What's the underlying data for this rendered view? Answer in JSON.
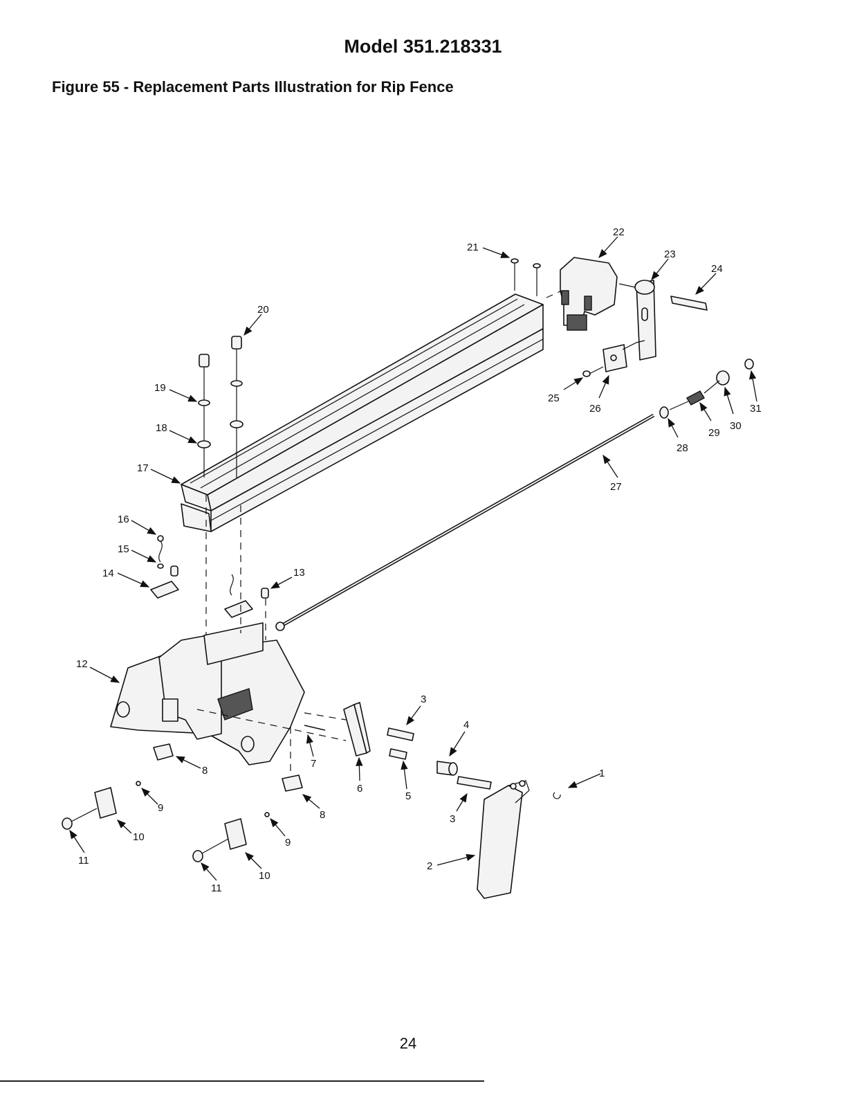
{
  "header": {
    "model": "Model 351.218331",
    "caption": "Figure 55 - Replacement Parts Illustration for Rip Fence"
  },
  "callouts": {
    "c1": "1",
    "c2": "2",
    "c3a": "3",
    "c3b": "3",
    "c4": "4",
    "c5": "5",
    "c6": "6",
    "c7": "7",
    "c8a": "8",
    "c8b": "8",
    "c9a": "9",
    "c9b": "9",
    "c10a": "10",
    "c10b": "10",
    "c11a": "11",
    "c11b": "11",
    "c12": "12",
    "c13": "13",
    "c14": "14",
    "c15": "15",
    "c16": "16",
    "c17": "17",
    "c18": "18",
    "c19": "19",
    "c20": "20",
    "c21": "21",
    "c22": "22",
    "c23": "23",
    "c24": "24",
    "c25": "25",
    "c26": "26",
    "c27": "27",
    "c28": "28",
    "c29": "29",
    "c30": "30",
    "c31": "31"
  },
  "footer": {
    "page_number": "24"
  }
}
